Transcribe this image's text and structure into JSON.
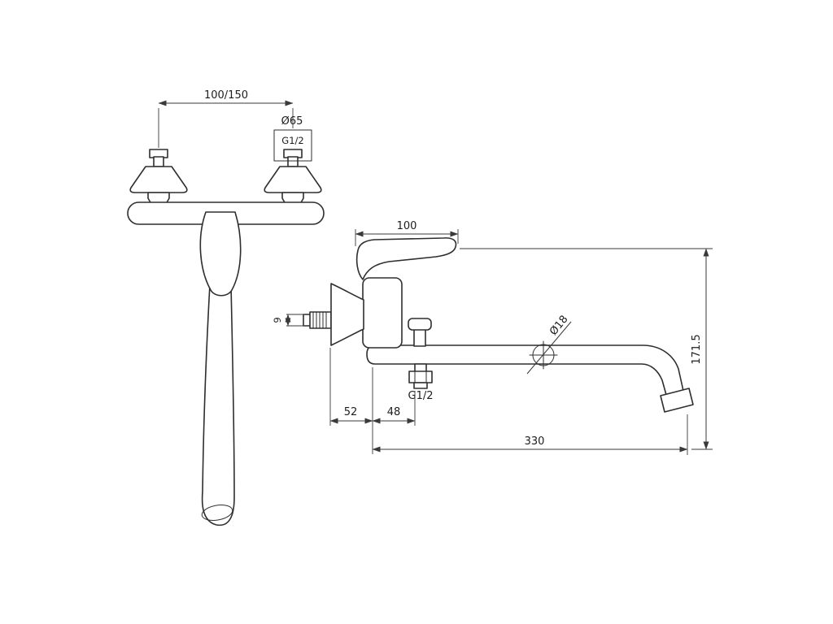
{
  "drawing": {
    "title": "wall-mounted-mixer-technical-drawing",
    "background_color": "#ffffff",
    "object_line_color": "#2e2e2e",
    "dimension_line_color": "#3a3a3a"
  },
  "front_view": {
    "dims": {
      "mount_centers": "100/150",
      "escutcheon_diameter": "Ø65",
      "connection_thread": "G1/2"
    }
  },
  "side_view": {
    "dims": {
      "handle_length": "100",
      "nipple_size": "9",
      "spout_diameter": "Ø18",
      "overall_height": "171.5",
      "outlet_thread": "G1/2",
      "wall_to_axis": "52",
      "axis_to_outlet": "48",
      "spout_reach": "330"
    }
  }
}
